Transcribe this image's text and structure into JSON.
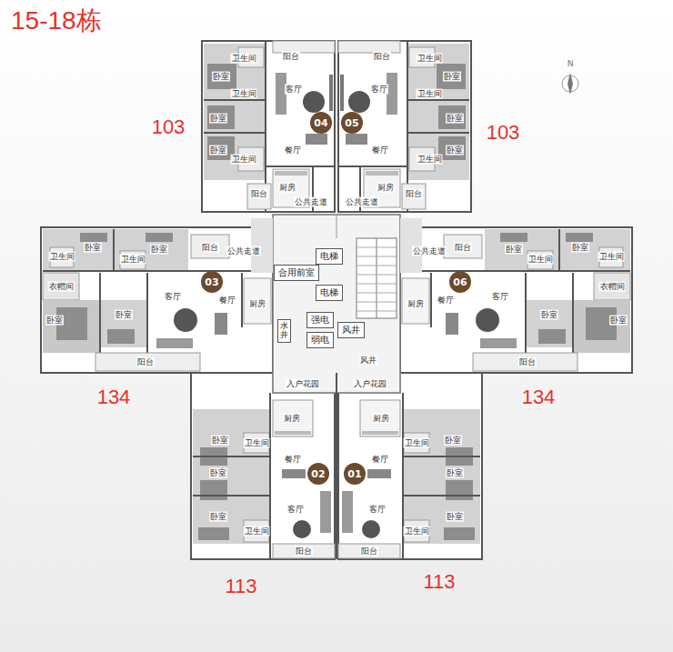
{
  "diagram": {
    "title": "15-18栋",
    "nodes": [
      {
        "text": [
          "04"
        ]
      },
      {
        "text": [
          "05"
        ]
      },
      {
        "text": [
          "03"
        ]
      },
      {
        "text": [
          "合用前室"
        ]
      },
      {
        "text": [
          "电梯"
        ]
      },
      {
        "text": [
          "电梯"
        ]
      },
      {
        "text": [
          "06"
        ]
      },
      {
        "text": [
          "强电"
        ]
      },
      {
        "text": [
          "弱电"
        ]
      },
      {
        "text": [
          "水井"
        ]
      },
      {
        "text": [
          "风井"
        ]
      },
      {
        "text": [
          "02"
        ]
      },
      {
        "text": [
          "01"
        ]
      }
    ],
    "labels": [
      "103",
      "103",
      "134",
      "134",
      "113",
      "113",
      "N",
      "阳台",
      "卫生间",
      "卧室",
      "卫生间",
      "卧室",
      "客厅",
      "卧室",
      "卫生间",
      "餐厅",
      "阳台",
      "厨房",
      "公共走道",
      "阳台",
      "卫生间",
      "卧室",
      "卫生间",
      "卧室",
      "客厅",
      "卧室",
      "卫生间",
      "餐厅",
      "阳台",
      "厨房",
      "公共走道",
      "卫生间",
      "卧室",
      "卫生间",
      "卧室",
      "阳台",
      "公共走道",
      "衣帽间",
      "卧室",
      "卧室",
      "客厅",
      "餐厅",
      "厨房",
      "阳台",
      "公共走道",
      "阳台",
      "卧室",
      "卫生间",
      "卧室",
      "卫生间",
      "厨房",
      "餐厅",
      "客厅",
      "卧室",
      "衣帽间",
      "卧室",
      "阳台",
      "入户花园",
      "入户花园",
      "卧室",
      "卫生间",
      "厨房",
      "卧室",
      "餐厅",
      "客厅",
      "卧室",
      "卫生间",
      "阳台",
      "厨房",
      "卫生间",
      "卧室",
      "餐厅",
      "卧室",
      "客厅",
      "卧室",
      "卫生间",
      "阳台",
      "风井"
    ]
  }
}
